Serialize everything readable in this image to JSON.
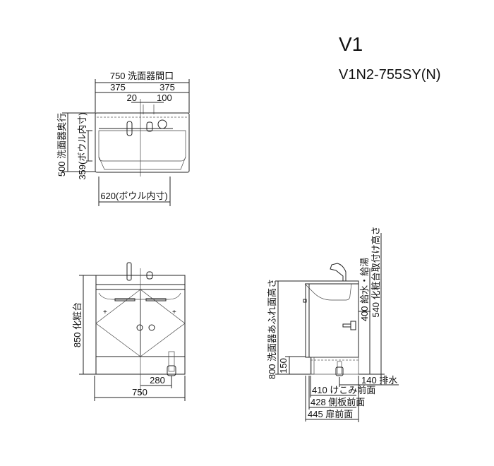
{
  "title": {
    "series": "V1",
    "model": "V1N2-755SY(N)"
  },
  "top_view": {
    "width_label": "750 洗面器間口",
    "half_left": "375",
    "half_right": "375",
    "offset_20": "20",
    "offset_100": "100",
    "depth_label": "500 洗面器奥行",
    "bowl_depth_label": "359(ボウル内寸)",
    "bowl_width_label": "620(ボウル内寸)"
  },
  "front_view": {
    "height_label": "850 化粧台",
    "drain_offset": "280",
    "width": "750"
  },
  "side_view": {
    "rim_height": "800 洗面器あふれ面高さ",
    "base_height": "150",
    "supply_height": "400 給水・給湯",
    "mount_height": "540 化粧台取付け高さ",
    "drain": "140 排水",
    "kick_front": "410 けこみ前面",
    "side_front": "428 側板前面",
    "door_front": "445 扉前面"
  }
}
